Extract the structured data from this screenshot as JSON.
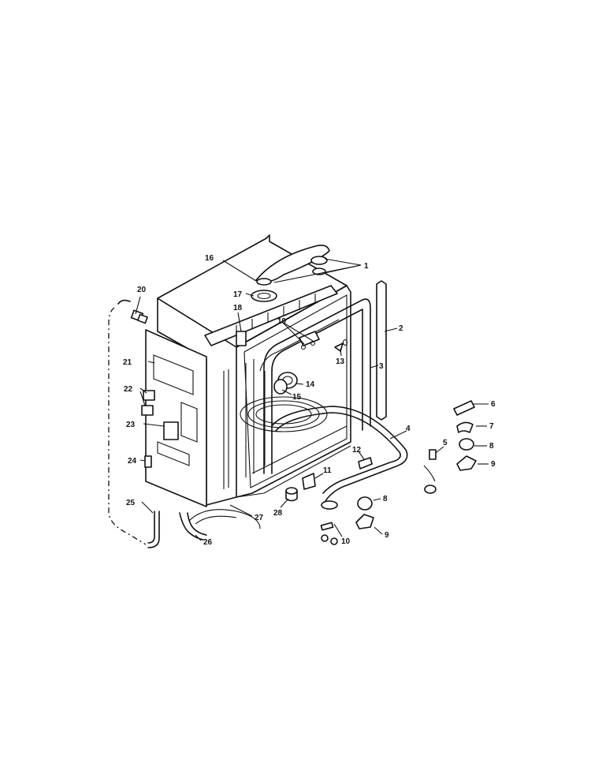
{
  "diagram": {
    "callouts": [
      {
        "id": "c1",
        "text": "1"
      },
      {
        "id": "c2",
        "text": "2"
      },
      {
        "id": "c3",
        "text": "3"
      },
      {
        "id": "c4",
        "text": "4"
      },
      {
        "id": "c5",
        "text": "5"
      },
      {
        "id": "c6",
        "text": "6"
      },
      {
        "id": "c7",
        "text": "7"
      },
      {
        "id": "c8a",
        "text": "8"
      },
      {
        "id": "c9a",
        "text": "9"
      },
      {
        "id": "c8b",
        "text": "8"
      },
      {
        "id": "c9b",
        "text": "9"
      },
      {
        "id": "c10",
        "text": "10"
      },
      {
        "id": "c11",
        "text": "11"
      },
      {
        "id": "c12",
        "text": "12"
      },
      {
        "id": "c13",
        "text": "13"
      },
      {
        "id": "c14",
        "text": "14"
      },
      {
        "id": "c15",
        "text": "15"
      },
      {
        "id": "c16",
        "text": "16"
      },
      {
        "id": "c17",
        "text": "17"
      },
      {
        "id": "c18",
        "text": "18"
      },
      {
        "id": "c19",
        "text": "19"
      },
      {
        "id": "c20",
        "text": "20"
      },
      {
        "id": "c21",
        "text": "21"
      },
      {
        "id": "c22",
        "text": "22"
      },
      {
        "id": "c23",
        "text": "23"
      },
      {
        "id": "c24",
        "text": "24"
      },
      {
        "id": "c25",
        "text": "25"
      },
      {
        "id": "c26",
        "text": "26"
      },
      {
        "id": "c27",
        "text": "27"
      },
      {
        "id": "c28",
        "text": "28"
      }
    ]
  }
}
